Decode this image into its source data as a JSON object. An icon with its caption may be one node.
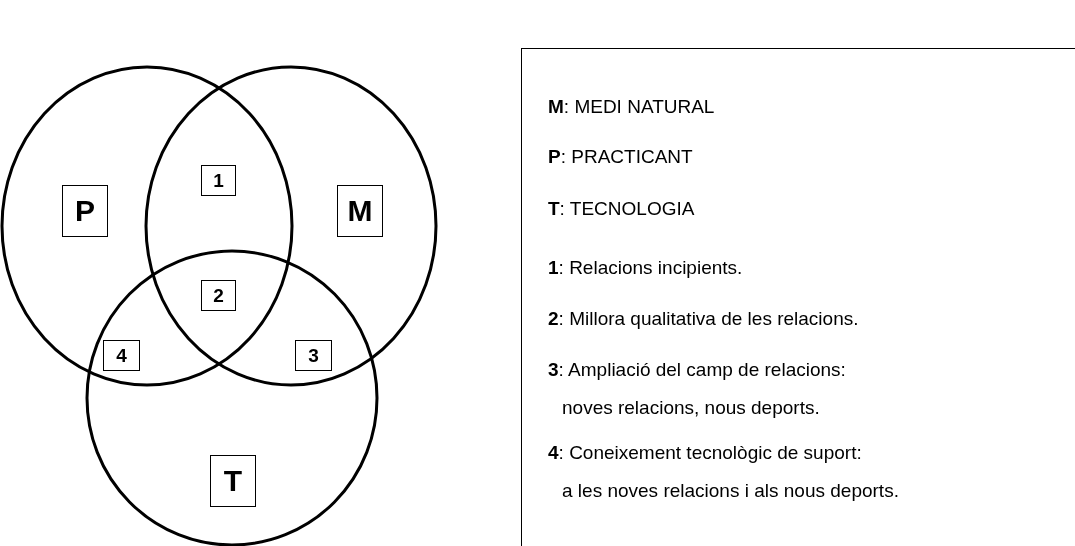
{
  "diagram": {
    "nodes": [
      {
        "text": [],
        "shape": "circle"
      },
      {
        "text": [],
        "shape": "circle"
      },
      {
        "text": [],
        "shape": "circle"
      },
      {
        "text": [
          "P"
        ],
        "in": 0
      },
      {
        "text": [
          "1"
        ]
      },
      {
        "text": [
          "M"
        ],
        "in": 1
      },
      {
        "text": [
          "2"
        ]
      },
      {
        "text": [
          "4"
        ]
      },
      {
        "text": [
          "3"
        ]
      },
      {
        "text": [
          "T"
        ],
        "in": 2
      },
      {
        "text": [
          "**M**: MEDI NATURAL",
          "**P**: PRACTICANT",
          "**T**: TECNOLOGIA",
          "**1**: Relacions incipients.",
          "**2**: Millora qualitativa de les relacions.",
          "**3**: Ampliació del camp de relacions: noves relacions, nous deports.",
          "**4**: Coneixement tecnològic de suport: a les noves relacions i als nous deports."
        ]
      }
    ],
    "edges": []
  }
}
